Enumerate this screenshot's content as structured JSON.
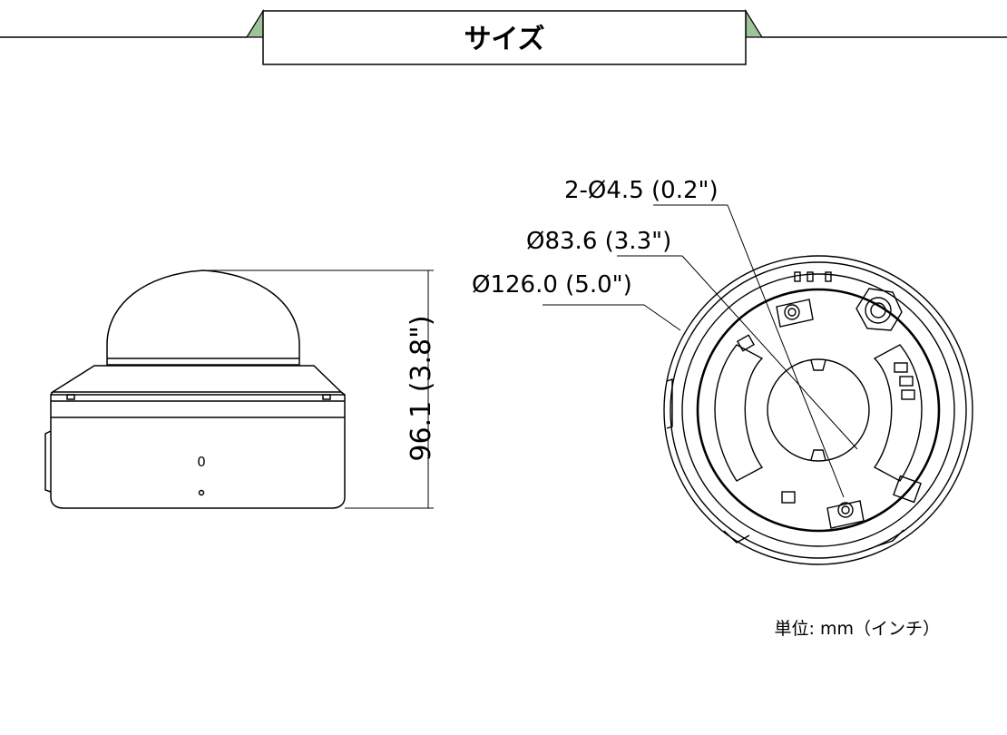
{
  "header": {
    "title": "サイズ",
    "accent_color": "#9cc39a"
  },
  "side_view": {
    "height_label": "96.1 (3.8\")",
    "front_mark": "0"
  },
  "bottom_view": {
    "hole_label": "2-Ø4.5 (0.2\")",
    "inner_diameter_label": "Ø83.6 (3.3\")",
    "outer_diameter_label": "Ø126.0 (5.0\")"
  },
  "units_note": "単位: mm（インチ）"
}
